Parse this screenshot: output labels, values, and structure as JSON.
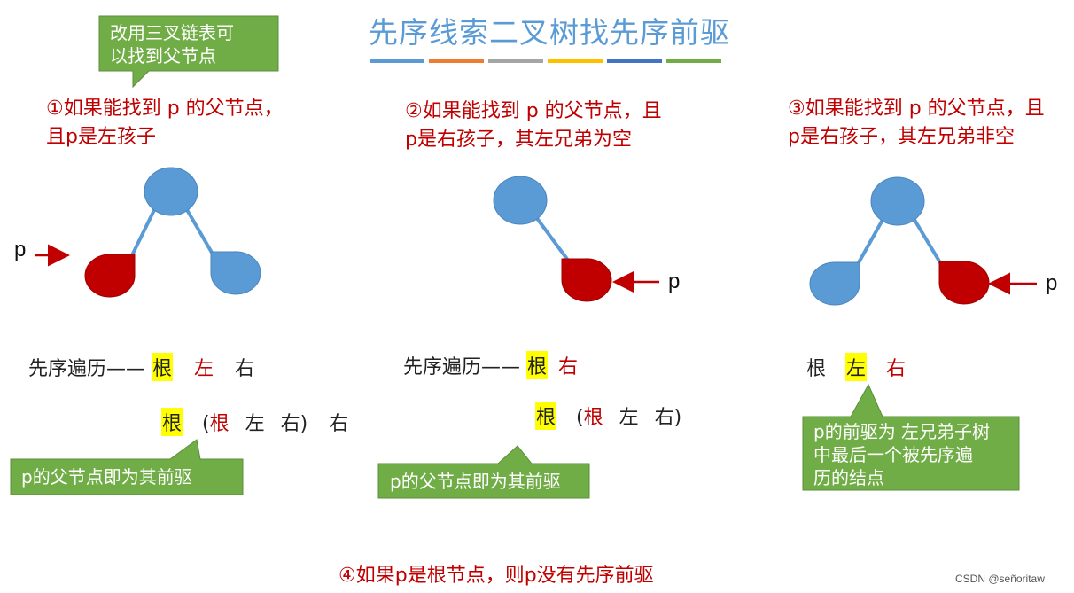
{
  "title": "先序线索二叉树找先序前驱",
  "stripe_colors": [
    "#5b9bd5",
    "#ed7d31",
    "#a5a5a5",
    "#ffc000",
    "#4472c4",
    "#70ad47"
  ],
  "top_callout": {
    "line1": "改用三叉链表可",
    "line2": "以找到父节点"
  },
  "case1": {
    "line1": "①如果能找到 p 的父节点，",
    "line2": "且p是左孩子",
    "p_label": "p",
    "seq": {
      "prefix": "先序遍历—— ",
      "root": "根",
      "left": "左",
      "right": "右"
    },
    "expand": {
      "root": "根",
      "open": "(",
      "inner_root": "根",
      "inner_left": "左",
      "inner_right": "右",
      "close": ")",
      "right": "右"
    },
    "callout": "p的父节点即为其前驱"
  },
  "case2": {
    "line1": "②如果能找到 p 的父节点，且",
    "line2": "p是右孩子，其左兄弟为空",
    "p_label": "p",
    "seq": {
      "prefix": "先序遍历—— ",
      "root": "根",
      "right": "右"
    },
    "expand": {
      "root": "根",
      "open": "(",
      "inner_root": "根",
      "inner_left": "左",
      "inner_right": "右",
      "close": ")"
    },
    "callout": "p的父节点即为其前驱"
  },
  "case3": {
    "line1": "③如果能找到 p 的父节点，且",
    "line2": "p是右孩子，其左兄弟非空",
    "p_label": "p",
    "seq": {
      "root": "根",
      "left": "左",
      "right": "右"
    },
    "callout": {
      "line1": "p的前驱为 左兄弟子树",
      "line2": "中最后一个被先序遍",
      "line3": "历的结点"
    }
  },
  "footer": "④如果p是根节点，则p没有先序前驱",
  "credit": "CSDN @señoritaw",
  "colors": {
    "blue_node": "#5b9bd5",
    "red_node": "#c00000",
    "callout_green": "#70ad47",
    "highlight": "#ffff00"
  }
}
